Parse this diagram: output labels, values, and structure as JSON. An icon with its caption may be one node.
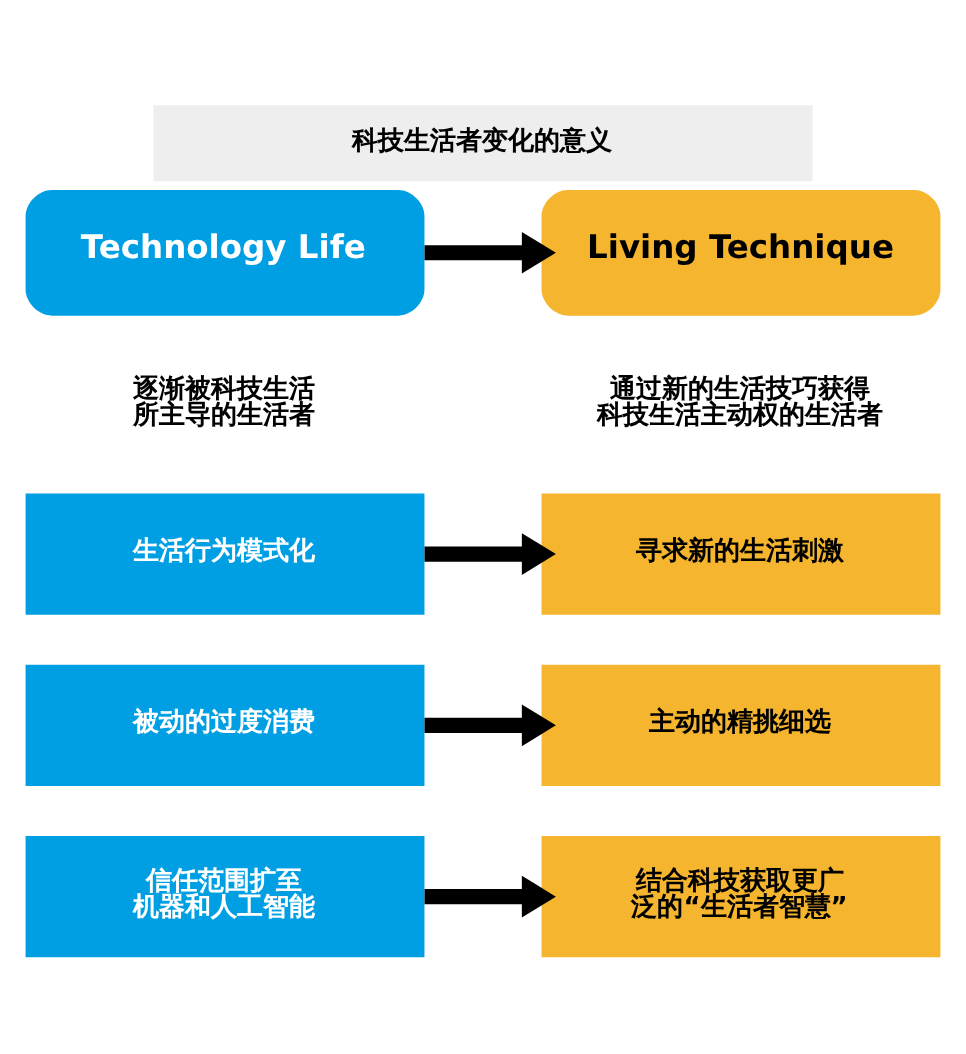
{
  "diagram": {
    "title": "科技生活者变化的意义",
    "nodes": [
      {
        "text": [
          "Technology Life"
        ],
        "beside": [
          "逐渐被科技生活所主导的生活者"
        ]
      },
      {
        "text": [
          "Living Technique"
        ],
        "beside": [
          "通过新的生活技巧获得科技生活主动权的生活者"
        ]
      },
      {
        "text": [
          "生活行为模式化"
        ]
      },
      {
        "text": [
          "寻求新的生活刺激"
        ]
      },
      {
        "text": [
          "被动的过度消费"
        ]
      },
      {
        "text": [
          "主动的精挑细选"
        ]
      },
      {
        "text": [
          "信任范围扩至机器和人工智能"
        ]
      },
      {
        "text": [
          "结合科技获取更广泛的“生活者智慧”"
        ]
      }
    ],
    "edges": [
      {
        "from": 0,
        "to": 1,
        "arrow": "to"
      },
      {
        "from": 2,
        "to": 3,
        "arrow": "to"
      },
      {
        "from": 4,
        "to": 5,
        "arrow": "to"
      },
      {
        "from": 6,
        "to": 7,
        "arrow": "to"
      }
    ]
  }
}
